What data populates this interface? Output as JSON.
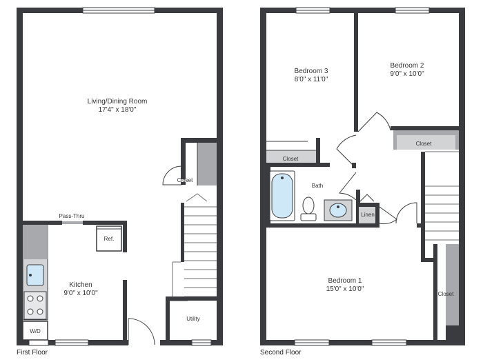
{
  "colors": {
    "wall": "#3a3b3e",
    "fixture_fill": "#e6e7e8",
    "closet_fill": "#a7a9ac",
    "water": "#cfe8f7",
    "label": "#333333"
  },
  "first_floor": {
    "caption": "First Floor",
    "living": {
      "name": "Living/Dining Room",
      "size": "17'4\" x 18'0\""
    },
    "kitchen": {
      "name": "Kitchen",
      "size": "9'0\" x 10'0\""
    },
    "pass_thru": "Pass-Thru",
    "ref": "Ref.",
    "closet": "Closet",
    "utility": "Utility",
    "wd": "W/D"
  },
  "second_floor": {
    "caption": "Second Floor",
    "bedroom3": {
      "name": "Bedroom 3",
      "size": "8'0\" x 11'0\""
    },
    "bedroom2": {
      "name": "Bedroom 2",
      "size": "9'0\" x 10'0\""
    },
    "bedroom1": {
      "name": "Bedroom 1",
      "size": "15'0\" x 10'0\""
    },
    "closet_b3": "Closet",
    "closet_b2": "Closet",
    "closet_b1": "Closet",
    "bath": "Bath",
    "linen": "Linen"
  }
}
